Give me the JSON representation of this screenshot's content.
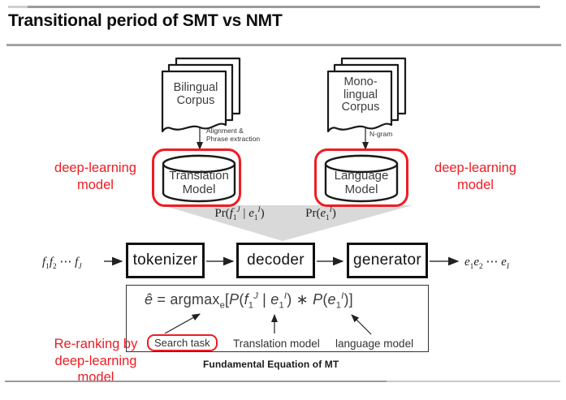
{
  "title": "Transitional period of SMT vs NMT",
  "corpora": {
    "left": {
      "line1": "Bilingual",
      "line2": "Corpus",
      "arrow_label1": "Alignment &",
      "arrow_label2": "Phrase extraction"
    },
    "right": {
      "line1": "Mono-",
      "line2": "lingual",
      "line3": "Corpus",
      "arrow_label": "N-gram"
    }
  },
  "models": {
    "left": {
      "line1": "Translation",
      "line2": "Model",
      "formula_html": "Pr(<i>f</i><sub>1</sub><sup><i>J</i></sup> | <i>e</i><sub>1</sub><sup><i>I</i></sup>)"
    },
    "right": {
      "line1": "Language",
      "line2": "Model",
      "formula_html": "Pr(<i>e</i><sub>1</sub><sup><i>I</i></sup>)"
    }
  },
  "deep_learning_left": {
    "line1": "deep-learning",
    "line2": "model"
  },
  "deep_learning_right": {
    "line1": "deep-learning",
    "line2": "model"
  },
  "pipeline": {
    "input_html": "<i>f</i><sub>1</sub><i>f</i><sub>2</sub> ⋯ <i>f</i><sub><i>J</i></sub>",
    "output_html": "<i>e</i><sub>1</sub><i>e</i><sub>2</sub> ⋯ <i>e</i><sub><i>I</i></sub>",
    "boxes": [
      "tokenizer",
      "decoder",
      "generator"
    ]
  },
  "equation_panel": {
    "equation_html": "<i>ê</i> = argmax<sub>e</sub>[<i>P</i>(<i>f</i><sub>1</sub><sup><i>J</i></sup> | <i>e</i><sub>1</sub><sup><i>I</i></sup>) ∗ <i>P</i>(<i>e</i><sub>1</sub><sup><i>I</i></sup>)]",
    "label_search": "Search task",
    "label_tm": "Translation model",
    "label_lm": "language model",
    "caption": "Fundamental Equation of MT"
  },
  "reranking": {
    "line1": "Re-ranking by",
    "line2": "deep-learning",
    "line3": "model"
  },
  "colors": {
    "accent_red": "#ee1c23",
    "funnel_gray": "#d9d9d9",
    "line_gray": "#a3a3a3"
  }
}
